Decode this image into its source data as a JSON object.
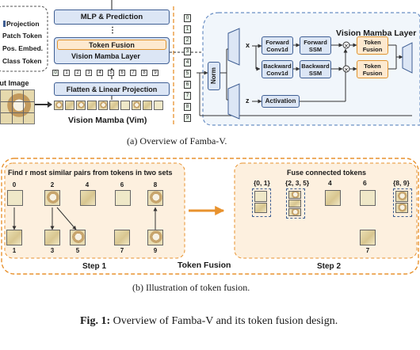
{
  "panel_a": {
    "legend": [
      "Projection",
      "Patch Token",
      "Pos. Embed.",
      "Class Token"
    ],
    "input_label": "put Image",
    "mlp_label": "MLP & Prediction",
    "ellipsis": "⋮",
    "token_fusion_label": "Token Fusion",
    "vim_layer_label": "Vision Mamba Layer",
    "flatten_label": "Flatten & Linear Projection",
    "caption_label": "Vision Mamba (Vim)",
    "token_row": [
      "0",
      "1",
      "2",
      "3",
      "4",
      "5",
      "6",
      "7",
      "8",
      "9"
    ],
    "vertical_tokens": [
      "0",
      "1",
      "2",
      "3",
      "4",
      "5",
      "6",
      "7",
      "8",
      "9"
    ],
    "layer_title": "Vision Mamba Layer",
    "norm_label": "Norm",
    "x_label": "x",
    "z_label": "z",
    "forward_conv": "Forward Conv1d",
    "forward_ssm": "Forward SSM",
    "backward_conv": "Backward Conv1d",
    "backward_ssm": "Backward SSM",
    "token_fusion_small": "Token Fusion",
    "activation_label": "Activation"
  },
  "caption_a": "(a)  Overview of Famba-V.",
  "panel_b": {
    "step1_title": "Find r most similar pairs from tokens in two sets",
    "top_tokens": [
      "0",
      "2",
      "4",
      "6",
      "8"
    ],
    "bottom_tokens": [
      "1",
      "3",
      "5",
      "7",
      "9"
    ],
    "step1_label": "Step 1",
    "center_label": "Token Fusion",
    "step2_title": "Fuse connected tokens",
    "fused_groups": [
      "{0, 1}",
      "{2, 3, 5}",
      "4",
      "6",
      "{8, 9}"
    ],
    "step2_extra": "7",
    "step2_label": "Step 2"
  },
  "caption_b": "(b)  Illustration of token fusion.",
  "figure_caption_prefix": "Fig. 1:",
  "figure_caption_text": " Overview of Famba-V and its token fusion design."
}
